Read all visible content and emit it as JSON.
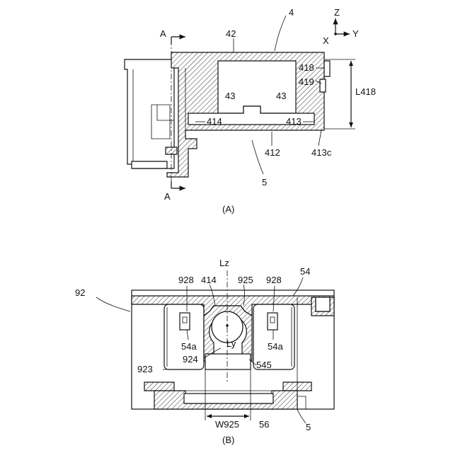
{
  "figure_a": {
    "caption": "(A)",
    "labels": {
      "l4": "4",
      "l42": "42",
      "l43a": "43",
      "l43b": "43",
      "l414": "414",
      "l413": "413",
      "l418": "418",
      "l419": "419",
      "l412": "412",
      "l413c": "413c",
      "l5": "5",
      "dim": "L418",
      "secA_top": "A",
      "secA_bot": "A"
    },
    "axes": {
      "z": "Z",
      "y": "Y",
      "x": "X"
    }
  },
  "figure_b": {
    "caption": "(B)",
    "labels": {
      "l92": "92",
      "lLz": "Lz",
      "l928a": "928",
      "l414": "414",
      "l925": "925",
      "l928b": "928",
      "l54": "54",
      "l54a1": "54a",
      "l54a2": "54a",
      "lLy": "Ly",
      "l924": "924",
      "l545": "545",
      "l923": "923",
      "lW925": "W925",
      "l56": "56",
      "l5": "5"
    }
  }
}
